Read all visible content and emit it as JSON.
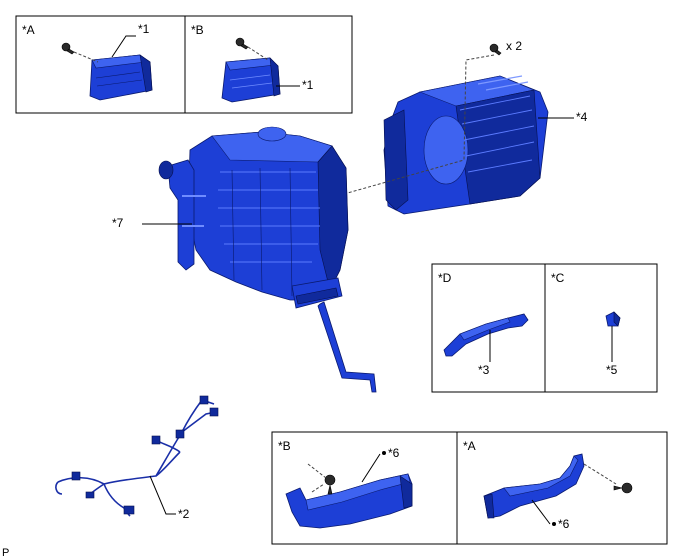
{
  "boxes": {
    "top_a": "*A",
    "top_b": "*B",
    "mid_d": "*D",
    "mid_c": "*C",
    "bot_b": "*B",
    "bot_a": "*A"
  },
  "callouts": {
    "c1_a": "*1",
    "c1_b": "*1",
    "c2": "*2",
    "c3": "*3",
    "c4": "*4",
    "c5": "*5",
    "c6_b": "*6",
    "c6_a": "*6",
    "c7": "*7",
    "qty": "x 2"
  },
  "footer": {
    "code": "P"
  },
  "colors": {
    "part_fill": "#1d3fd6",
    "part_light": "#3e63f0",
    "part_dark": "#102a9c",
    "outline": "#0a1a6e"
  }
}
